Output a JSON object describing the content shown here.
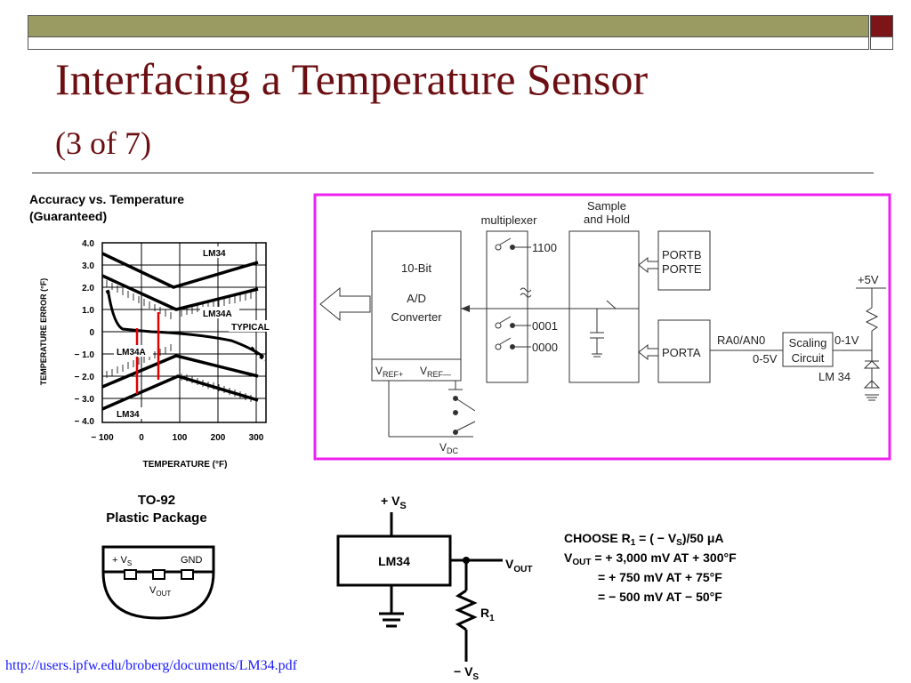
{
  "slide": {
    "title": "Interfacing a Temperature Sensor",
    "subtitle": "(3 of 7)",
    "source_url": "http://users.ipfw.edu/broberg/documents/LM34.pdf"
  },
  "accuracy_chart": {
    "title": "Accuracy vs. Temperature",
    "subtitle": "(Guaranteed)",
    "y_ticks": [
      "4.0",
      "3.0",
      "2.0",
      "1.0",
      "0",
      "− 1.0",
      "− 2.0",
      "− 3.0",
      "− 4.0"
    ],
    "x_ticks": [
      "− 100",
      "0",
      "100",
      "200",
      "300"
    ],
    "ylabel": "TEMPERATURE ERROR (°F)",
    "xlabel": "TEMPERATURE (°F)",
    "labels": {
      "lm34_top": "LM34",
      "lm34a_top": "LM34A",
      "typical": "TYPICAL",
      "lm34a_bottom": "LM34A",
      "lm34_bottom": "LM34"
    },
    "marker_color": "#e00000"
  },
  "ad_block": {
    "border_color": "#ee22ee",
    "sample_hold": "Sample",
    "sample_hold_2": "and Hold",
    "multiplexer": "multiplexer",
    "converter_line1": "10-Bit",
    "converter_line2": "A/D",
    "converter_line3": "Converter",
    "vref_plus_main": "V",
    "vref_plus_sub": "REF+",
    "vref_minus_main": "V",
    "vref_minus_sub": "REF—",
    "mux_1100": "1100",
    "mux_0001": "0001",
    "mux_0000": "0000",
    "portb": "PORTB",
    "porte": "PORTE",
    "porta": "PORTA",
    "ra0": "RA0/AN0",
    "range_05": "0-5V",
    "scaling_1": "Scaling",
    "scaling_2": "Circuit",
    "range_01": "0-1V",
    "plus5v": "+5V",
    "lm34": "LM 34",
    "vdc_main": "V",
    "vdc_sub": "DC"
  },
  "package": {
    "title_1": "TO-92",
    "title_2": "Plastic Package",
    "pin_vs_main": "+ V",
    "pin_vs_sub": "S",
    "pin_gnd": "GND",
    "pin_vout_main": "V",
    "pin_vout_sub": "OUT"
  },
  "circuit": {
    "vs_plus_main": "+ V",
    "vs_plus_sub": "S",
    "chip": "LM34",
    "vout_main": "V",
    "vout_sub": "OUT",
    "r1_main": "R",
    "r1_sub": "1",
    "vs_minus_main": "− V",
    "vs_minus_sub": "S"
  },
  "notes": {
    "line1_a": "CHOOSE  R",
    "line1_sub": "1",
    "line1_b": " = ( − V",
    "line1_sub2": "S",
    "line1_c": ")/50  μA",
    "line2_a": "V",
    "line2_sub": "OUT",
    "line2_b": " = + 3,000 mV AT  + 300°F",
    "line3": "= + 750  mV  AT  + 75°F",
    "line4": "= − 500  mV  AT  − 50°F"
  }
}
